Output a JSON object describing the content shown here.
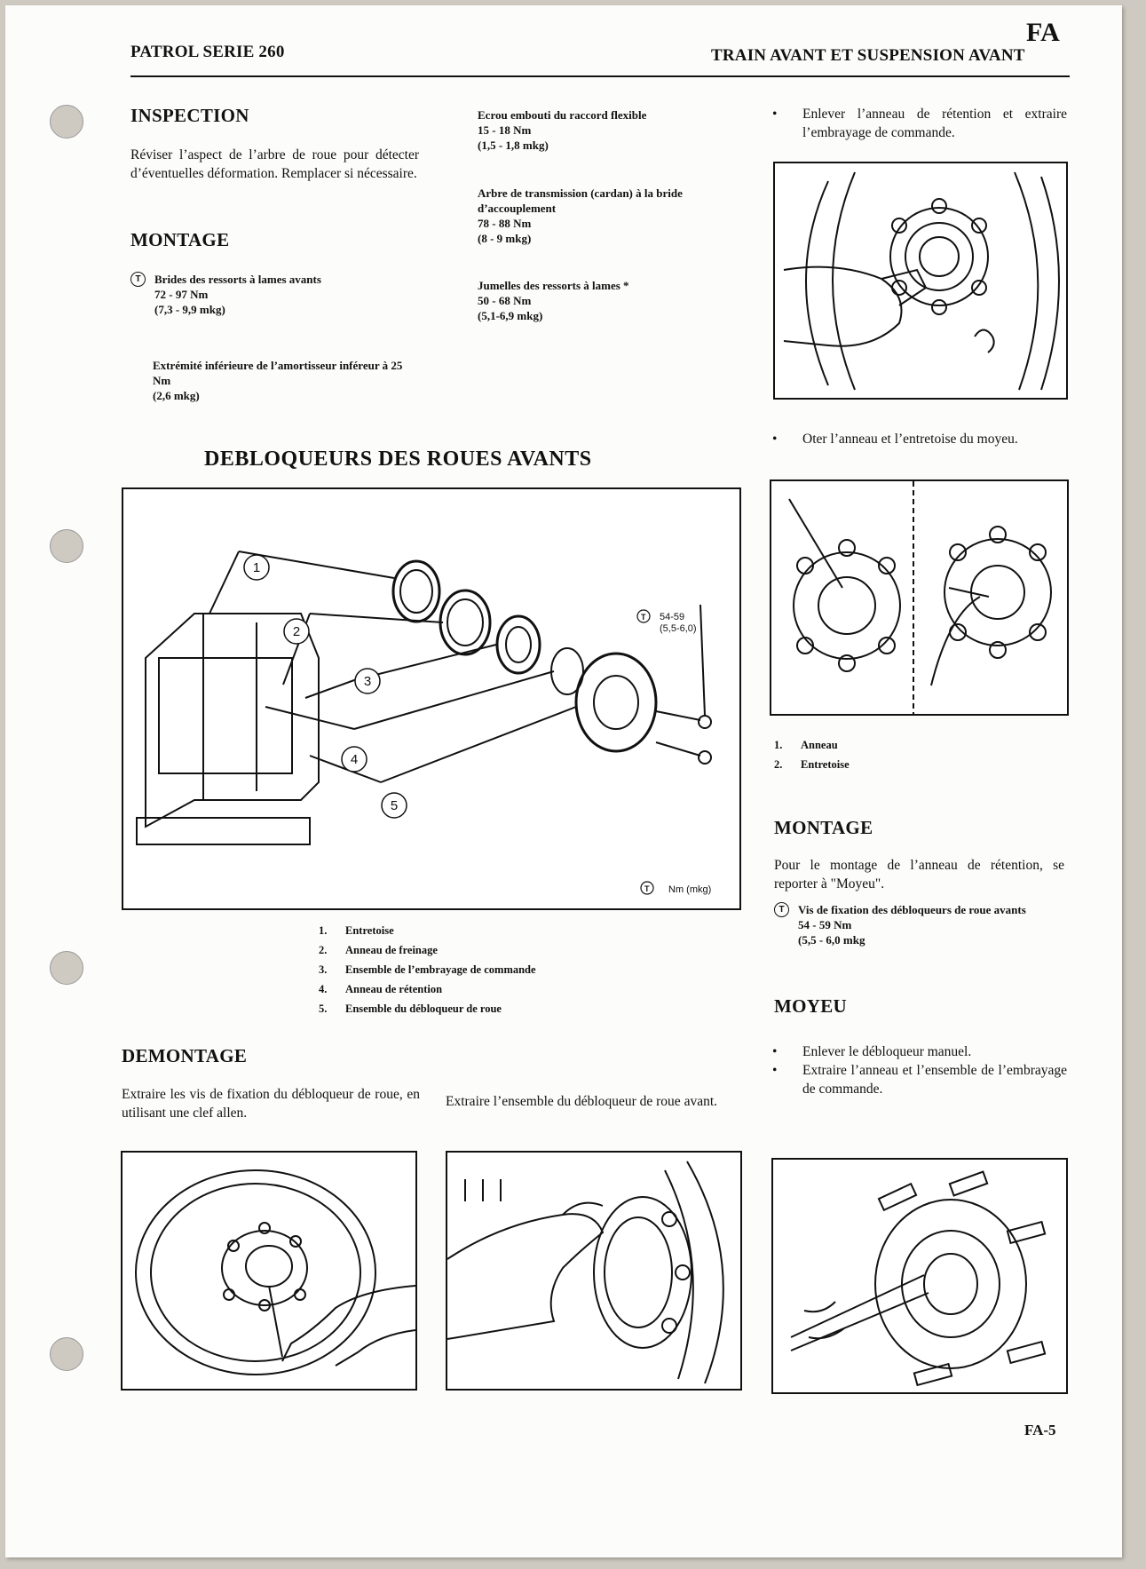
{
  "header": {
    "left": "PATROL SERIE 260",
    "right": "TRAIN AVANT ET SUSPENSION AVANT",
    "code": "FA"
  },
  "left_col": {
    "inspection_title": "INSPECTION",
    "inspection_text": "Réviser l’aspect de l’arbre de roue pour détecter d’éventuelles déformation. Remplacer si nécessaire.",
    "montage_title": "MONTAGE",
    "torque1_label": "Brides des ressorts à lames avants",
    "torque1_nm": "72 - 97 Nm",
    "torque1_mkg": "(7,3 - 9,9 mkg)",
    "torque2_label": "Extrémité inférieure de l’amortisseur inféreur à 25 Nm",
    "torque2_mkg": "(2,6 mkg)"
  },
  "mid_col": {
    "t1_label": "Ecrou embouti du raccord flexible",
    "t1_nm": "15 - 18 Nm",
    "t1_mkg": "(1,5 - 1,8 mkg)",
    "t2_label": "Arbre de transmission (cardan) à la bride d’accouplement",
    "t2_nm": "78 - 88 Nm",
    "t2_mkg": "(8 - 9 mkg)",
    "t3_label": "Jumelles des ressorts à lames *",
    "t3_nm": "50 - 68 Nm",
    "t3_mkg": "(5,1-6,9 mkg)"
  },
  "right_col": {
    "bullet1": "Enlever l’anneau de rétention et extraire l’embrayage de commande.",
    "bullet2": "Oter l’anneau et l’entretoise du moyeu.",
    "legend": [
      {
        "n": "1.",
        "label": "Anneau"
      },
      {
        "n": "2.",
        "label": "Entretoise"
      }
    ],
    "montage_title": "MONTAGE",
    "montage_text": "Pour le montage de l’anneau de rétention, se reporter à \"Moyeu\".",
    "torque_label": "Vis de fixation des débloqueurs de roue avants",
    "torque_nm": "54 - 59 Nm",
    "torque_mkg": "(5,5 - 6,0 mkg",
    "moyeu_title": "MOYEU",
    "moyeu_bullets": [
      "Enlever le débloqueur manuel.",
      "Extraire l’anneau et l’ensemble de l’embrayage de commande."
    ]
  },
  "debloqueurs": {
    "title": "DEBLOQUEURS DES ROUES AVANTS",
    "callout_torque": "54-59",
    "callout_torque_mkg": "(5,5-6,0)",
    "unit_label": "Nm (mkg)",
    "callouts": [
      "1",
      "2",
      "3",
      "4",
      "5"
    ],
    "legend": [
      {
        "n": "1.",
        "label": "Entretoise"
      },
      {
        "n": "2.",
        "label": "Anneau de freinage"
      },
      {
        "n": "3.",
        "label": "Ensemble de l’embrayage de commande"
      },
      {
        "n": "4.",
        "label": "Anneau de rétention"
      },
      {
        "n": "5.",
        "label": "Ensemble du débloqueur de roue"
      }
    ]
  },
  "demontage": {
    "title": "DEMONTAGE",
    "text_left": "Extraire les vis de fixation du débloqueur de roue, en utilisant une clef allen.",
    "text_mid": "Extraire l’ensemble du débloqueur de roue avant."
  },
  "footer": {
    "page": "FA-5"
  },
  "colors": {
    "paper": "#fcfcfa",
    "ink": "#111111",
    "scan_border": "#cfcac1"
  }
}
